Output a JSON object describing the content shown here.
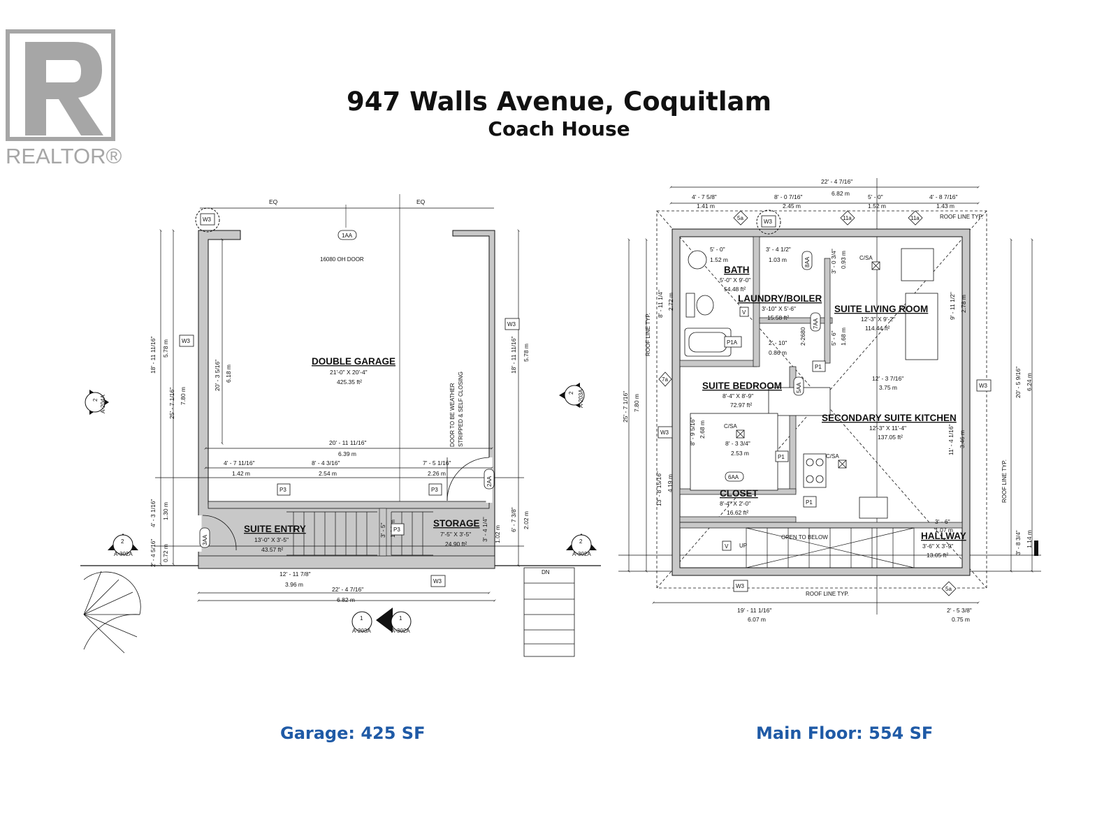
{
  "header": {
    "title": "947 Walls Avenue, Coquitlam",
    "subtitle": "Coach House"
  },
  "logo": {
    "text": "REALTOR®",
    "icon": "realtor-r-icon",
    "color": "#a6a6a6"
  },
  "colors": {
    "accent": "#1f5aa6",
    "wall": "#c8c8c8",
    "ink": "#111111"
  },
  "areas": {
    "garage": "Garage: 425 SF",
    "main": "Main Floor: 554 SF"
  },
  "garage_plan": {
    "rooms": {
      "garage": {
        "name": "DOUBLE GARAGE",
        "dims": "21'-0\" X 20'-4\"",
        "area": "425.35 ft²"
      },
      "entry": {
        "name": "SUITE ENTRY",
        "dims": "13'-0\" X 3'-5\"",
        "area": "43.57 ft²"
      },
      "storage": {
        "name": "STORAGE",
        "dims": "7'-5\" X 3'-5\"",
        "area": "24.90 ft²"
      }
    },
    "notes": {
      "oh_door": "16080 OH DOOR",
      "door_note_1": "DOOR TO BE WEATHER",
      "door_note_2": "STRIPPED & SELF CLOSING",
      "eq_left": "EQ",
      "eq_right": "EQ",
      "dn": "DN"
    },
    "tags": {
      "w3": "W3",
      "aa1": "1AA",
      "aa2": "2AA",
      "aa3": "3AA",
      "p3": "P3"
    },
    "dims": {
      "inner_w": "20' - 11 11/16\"",
      "inner_w_m": "6.39 m",
      "seg1": "4' - 7 11/16\"",
      "seg1_m": "1.42 m",
      "seg2": "8' - 4 3/16\"",
      "seg2_m": "2.54 m",
      "seg3": "7' - 5 1/16\"",
      "seg3_m": "2.26 m",
      "bot1": "12' - 11 7/8\"",
      "bot1_m": "3.96 m",
      "bot2": "22' - 4 7/16\"",
      "bot2_m": "6.82 m",
      "left_a": "18' - 11 11/16\"",
      "left_a_m": "5.78 m",
      "left_b": "25' - 7 1/16\"",
      "left_b_m": "7.80 m",
      "left_c": "4' - 3 1/16\"",
      "left_c_m": "1.30 m",
      "left_d": "2' - 4 5/16\"",
      "left_d_m": "0.72 m",
      "inner_h": "20' - 3 5/16\"",
      "inner_h_m": "6.18 m",
      "right_a": "18' - 11 11/16\"",
      "right_a_m": "5.78 m",
      "right_b": "6' - 7 3/8\"",
      "right_b_m": "2.02 m",
      "stor_h": "3' - 4 1/4\"",
      "stor_h_m": "1.02 m",
      "step": "3' - 5\"",
      "step_m": "1.04 m"
    },
    "sections": {
      "a204a": "A-204A",
      "a203a": "A-203A",
      "a302a": "A-302A",
      "n1": "1",
      "n2": "2"
    }
  },
  "main_plan": {
    "rooms": {
      "bath": {
        "name": "BATH",
        "dims": "5'-0\" X 9'-0\"",
        "area": "54.48 ft²"
      },
      "laundry": {
        "name": "LAUNDRY/BOILER",
        "dims": "3'-10\" X 5'-6\"",
        "area": "15.58 ft²"
      },
      "living": {
        "name": "SUITE LIVING ROOM",
        "dims": "12'-3\" X 9'-2\"",
        "area": "114.44 ft²"
      },
      "bedroom": {
        "name": "SUITE BEDROOM",
        "dims": "8'-4\" X 8'-9\"",
        "area": "72.97 ft²"
      },
      "kitchen": {
        "name": "SECONDARY SUITE KITCHEN",
        "dims": "12'-3\" X 11'-4\"",
        "area": "137.05 ft²"
      },
      "closet": {
        "name": "CLOSET",
        "dims": "8'-4\" X 2'-0\"",
        "area": "16.62 ft²"
      },
      "hallway": {
        "name": "HALLWAY",
        "dims": "3'-6\" X 3'-9\"",
        "area": "13.05 ft²"
      }
    },
    "notes": {
      "roof_typ": "ROOF LINE TYP.",
      "open_below": "OPEN TO BELOW",
      "up": "UP",
      "csa": "C/SA"
    },
    "tags": {
      "w3": "W3",
      "p1": "P1",
      "p1a": "P1A",
      "aa5": "5AA",
      "aa6": "6AA",
      "aa7": "7AA",
      "aa8": "8AA",
      "s7a": "7a",
      "s5a": "5a",
      "s11a": "11a",
      "v": "V"
    },
    "dims": {
      "total": "22' - 4 7/16\"",
      "total_m": "6.82 m",
      "t1": "4' - 7 5/8\"",
      "t1_m": "1.41 m",
      "t2": "8' - 0 7/16\"",
      "t2_m": "2.45 m",
      "t3": "5' - 0\"",
      "t3_m": "1.52 m",
      "t4": "4' - 8 7/16\"",
      "t4_m": "1.43 m",
      "bath_w": "5' - 0\"",
      "bath_w_m": "1.52 m",
      "lau_w": "3' - 4 1/2\"",
      "lau_w_m": "1.03 m",
      "d_303": "3' - 0 3/4\"",
      "d_093": "0.93 m",
      "lau_h": "5' - 6\"",
      "lau_h_m": "1.68 m",
      "lau_s": "2' - 10\"",
      "lau_s_m": "0.86 m",
      "liv_w": "12' - 3 7/16\"",
      "liv_w_m": "3.75 m",
      "liv_h": "9' - 11 1/2\"",
      "liv_h_m": "2.78 m",
      "bath_h": "8' - 11 1/4\"",
      "bath_h_m": "2.72 m",
      "bed_h": "8' - 9 5/16\"",
      "bed_h_m": "2.68 m",
      "bed_w": "8' - 3 3/4\"",
      "bed_w_m": "2.53 m",
      "kit_h": "11' - 4 1/16\"",
      "kit_h_m": "3.46 m",
      "left_tot": "25' - 7 1/16\"",
      "left_tot_m": "7.80 m",
      "left_low": "13' - 8 15/16\"",
      "left_low_m": "4.19 m",
      "right_tot": "20' - 5 9/16\"",
      "right_tot_m": "6.24 m",
      "hall_w": "3' - 6\"",
      "hall_w_m": "1.07 m",
      "hall_h": "3' - 8 3/4\"",
      "hall_h_m": "1.14 m",
      "bot1": "19' - 11 1/16\"",
      "bot1_m": "6.07 m",
      "bot2": "2' - 5 3/8\"",
      "bot2_m": "0.75 m",
      "code_2680": "2-2680"
    }
  }
}
